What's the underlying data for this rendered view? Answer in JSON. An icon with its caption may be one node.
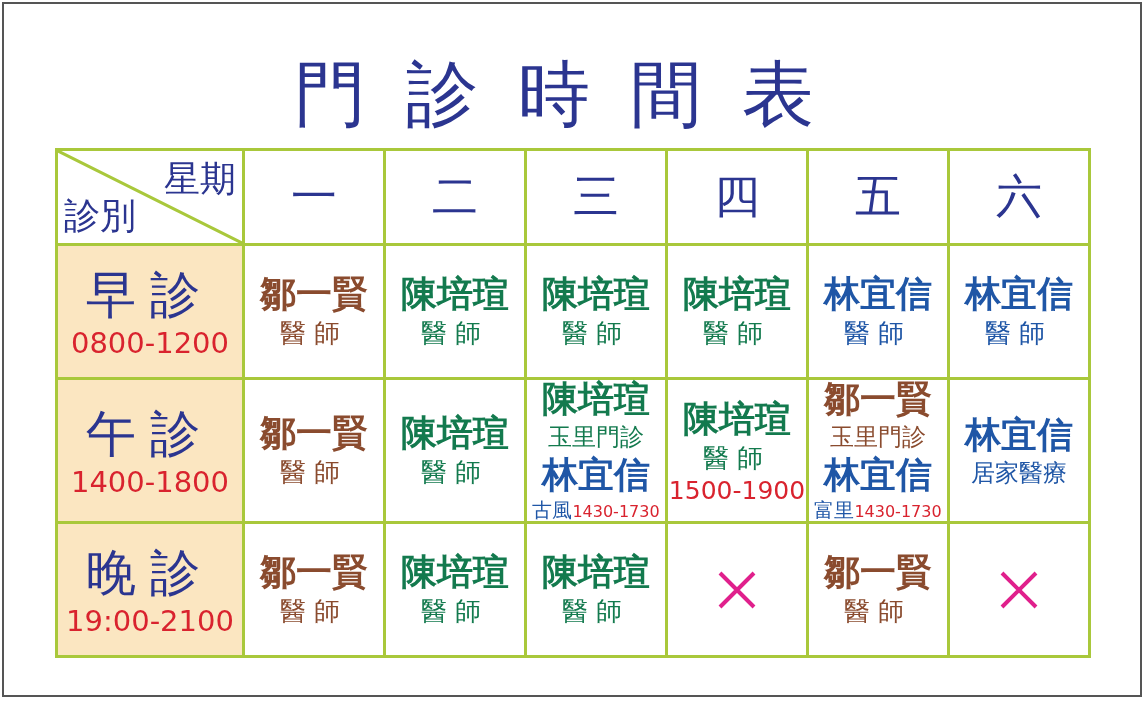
{
  "diagram": {
    "title": "門診時間表",
    "labels": [
      "星期",
      "診別",
      "一",
      "二",
      "三",
      "四",
      "五",
      "六",
      "早診",
      "0800-1200",
      "鄒一賢",
      "醫師",
      "陳培瑄",
      "醫師",
      "陳培瑄",
      "醫師",
      "陳培瑄",
      "醫師",
      "林宜信",
      "醫師",
      "林宜信",
      "醫師",
      "午診",
      "1400-1800",
      "鄒一賢",
      "醫師",
      "陳培瑄",
      "醫師",
      "陳培瑄",
      "玉里門診",
      "林宜信",
      "古風",
      "1430-1730",
      "陳培瑄",
      "醫師",
      "1500-1900",
      "鄒一賢",
      "玉里門診",
      "林宜信",
      "富里",
      "1430-1730",
      "林宜信",
      "居家醫療",
      "晚診",
      "19:00-2100",
      "鄒一賢",
      "醫師",
      "陳培瑄",
      "醫師",
      "陳培瑄",
      "醫師",
      "鄒一賢",
      "醫師"
    ]
  }
}
